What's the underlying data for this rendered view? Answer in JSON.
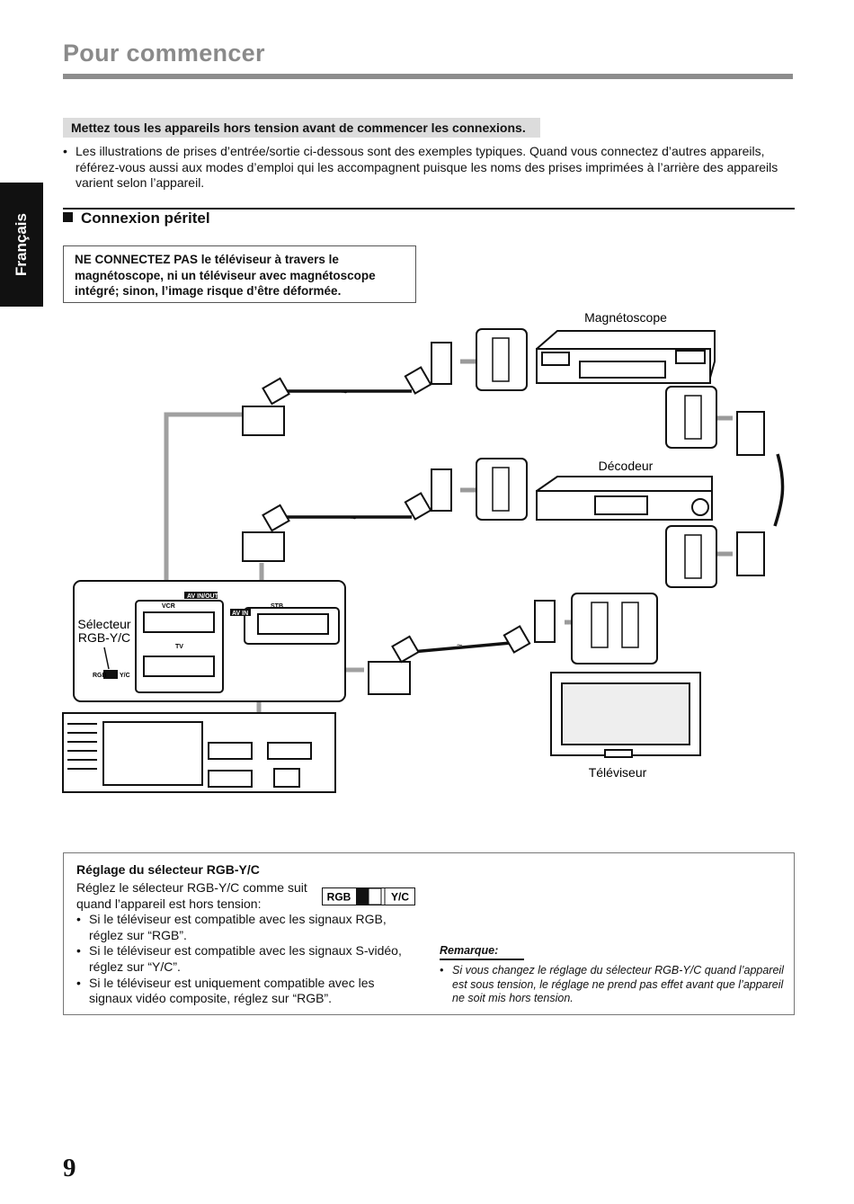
{
  "header": {
    "title": "Pour commencer"
  },
  "side_tab": {
    "label": "Français"
  },
  "warning_bar": {
    "text": "Mettez tous les appareils hors tension avant de commencer les connexions."
  },
  "intro": {
    "bullet": "Les illustrations de prises d’entrée/sortie ci-dessous sont des exemples typiques. Quand vous connectez d’autres appareils, référez-vous aussi aux modes d’emploi qui les accompagnent puisque les noms des prises imprimées à l’arrière des appareils varient selon l’appareil."
  },
  "section": {
    "title": "Connexion péritel"
  },
  "caution": {
    "text": "NE CONNECTEZ PAS le téléviseur à travers le magnétoscope, ni un téléviseur avec magnétoscope intégré; sinon, l’image risque d’être déformée."
  },
  "diagram": {
    "labels": {
      "vcr": "Magnétoscope",
      "decoder": "Décodeur",
      "tv": "Téléviseur",
      "selector_line1": "Sélecteur",
      "selector_line2": "RGB-Y/C"
    },
    "panel_labels": {
      "av_in_out": "AV   IN/OUT",
      "vcr": "VCR",
      "stb": "STB",
      "av_in": "AV   IN",
      "tv": "TV",
      "rgb": "RGB",
      "yc": "Y/C"
    }
  },
  "settings": {
    "title": "Réglage du sélecteur RGB-Y/C",
    "intro": "Réglez le sélecteur RGB-Y/C  comme suit quand l’appareil est hors tension:",
    "switch_rgb": "RGB",
    "switch_yc": "Y/C",
    "bullets": [
      "Si le téléviseur est compatible avec les signaux RGB, réglez sur “RGB”.",
      "Si le téléviseur est compatible avec les signaux S-vidéo, réglez sur “Y/C”.",
      "Si le téléviseur est uniquement compatible avec les signaux vidéo composite, réglez sur “RGB”."
    ],
    "remark_title": "Remarque:",
    "remark": "Si vous changez le réglage du sélecteur RGB-Y/C quand l’appareil est sous tension, le réglage ne prend pas effet avant que l’appareil ne soit mis hors tension."
  },
  "page_number": "9",
  "colors": {
    "title_gray": "#8a8a8a",
    "rule_gray": "#8d8d8d",
    "arrow_gray": "#9a9a9a",
    "tab_black": "#111111"
  }
}
